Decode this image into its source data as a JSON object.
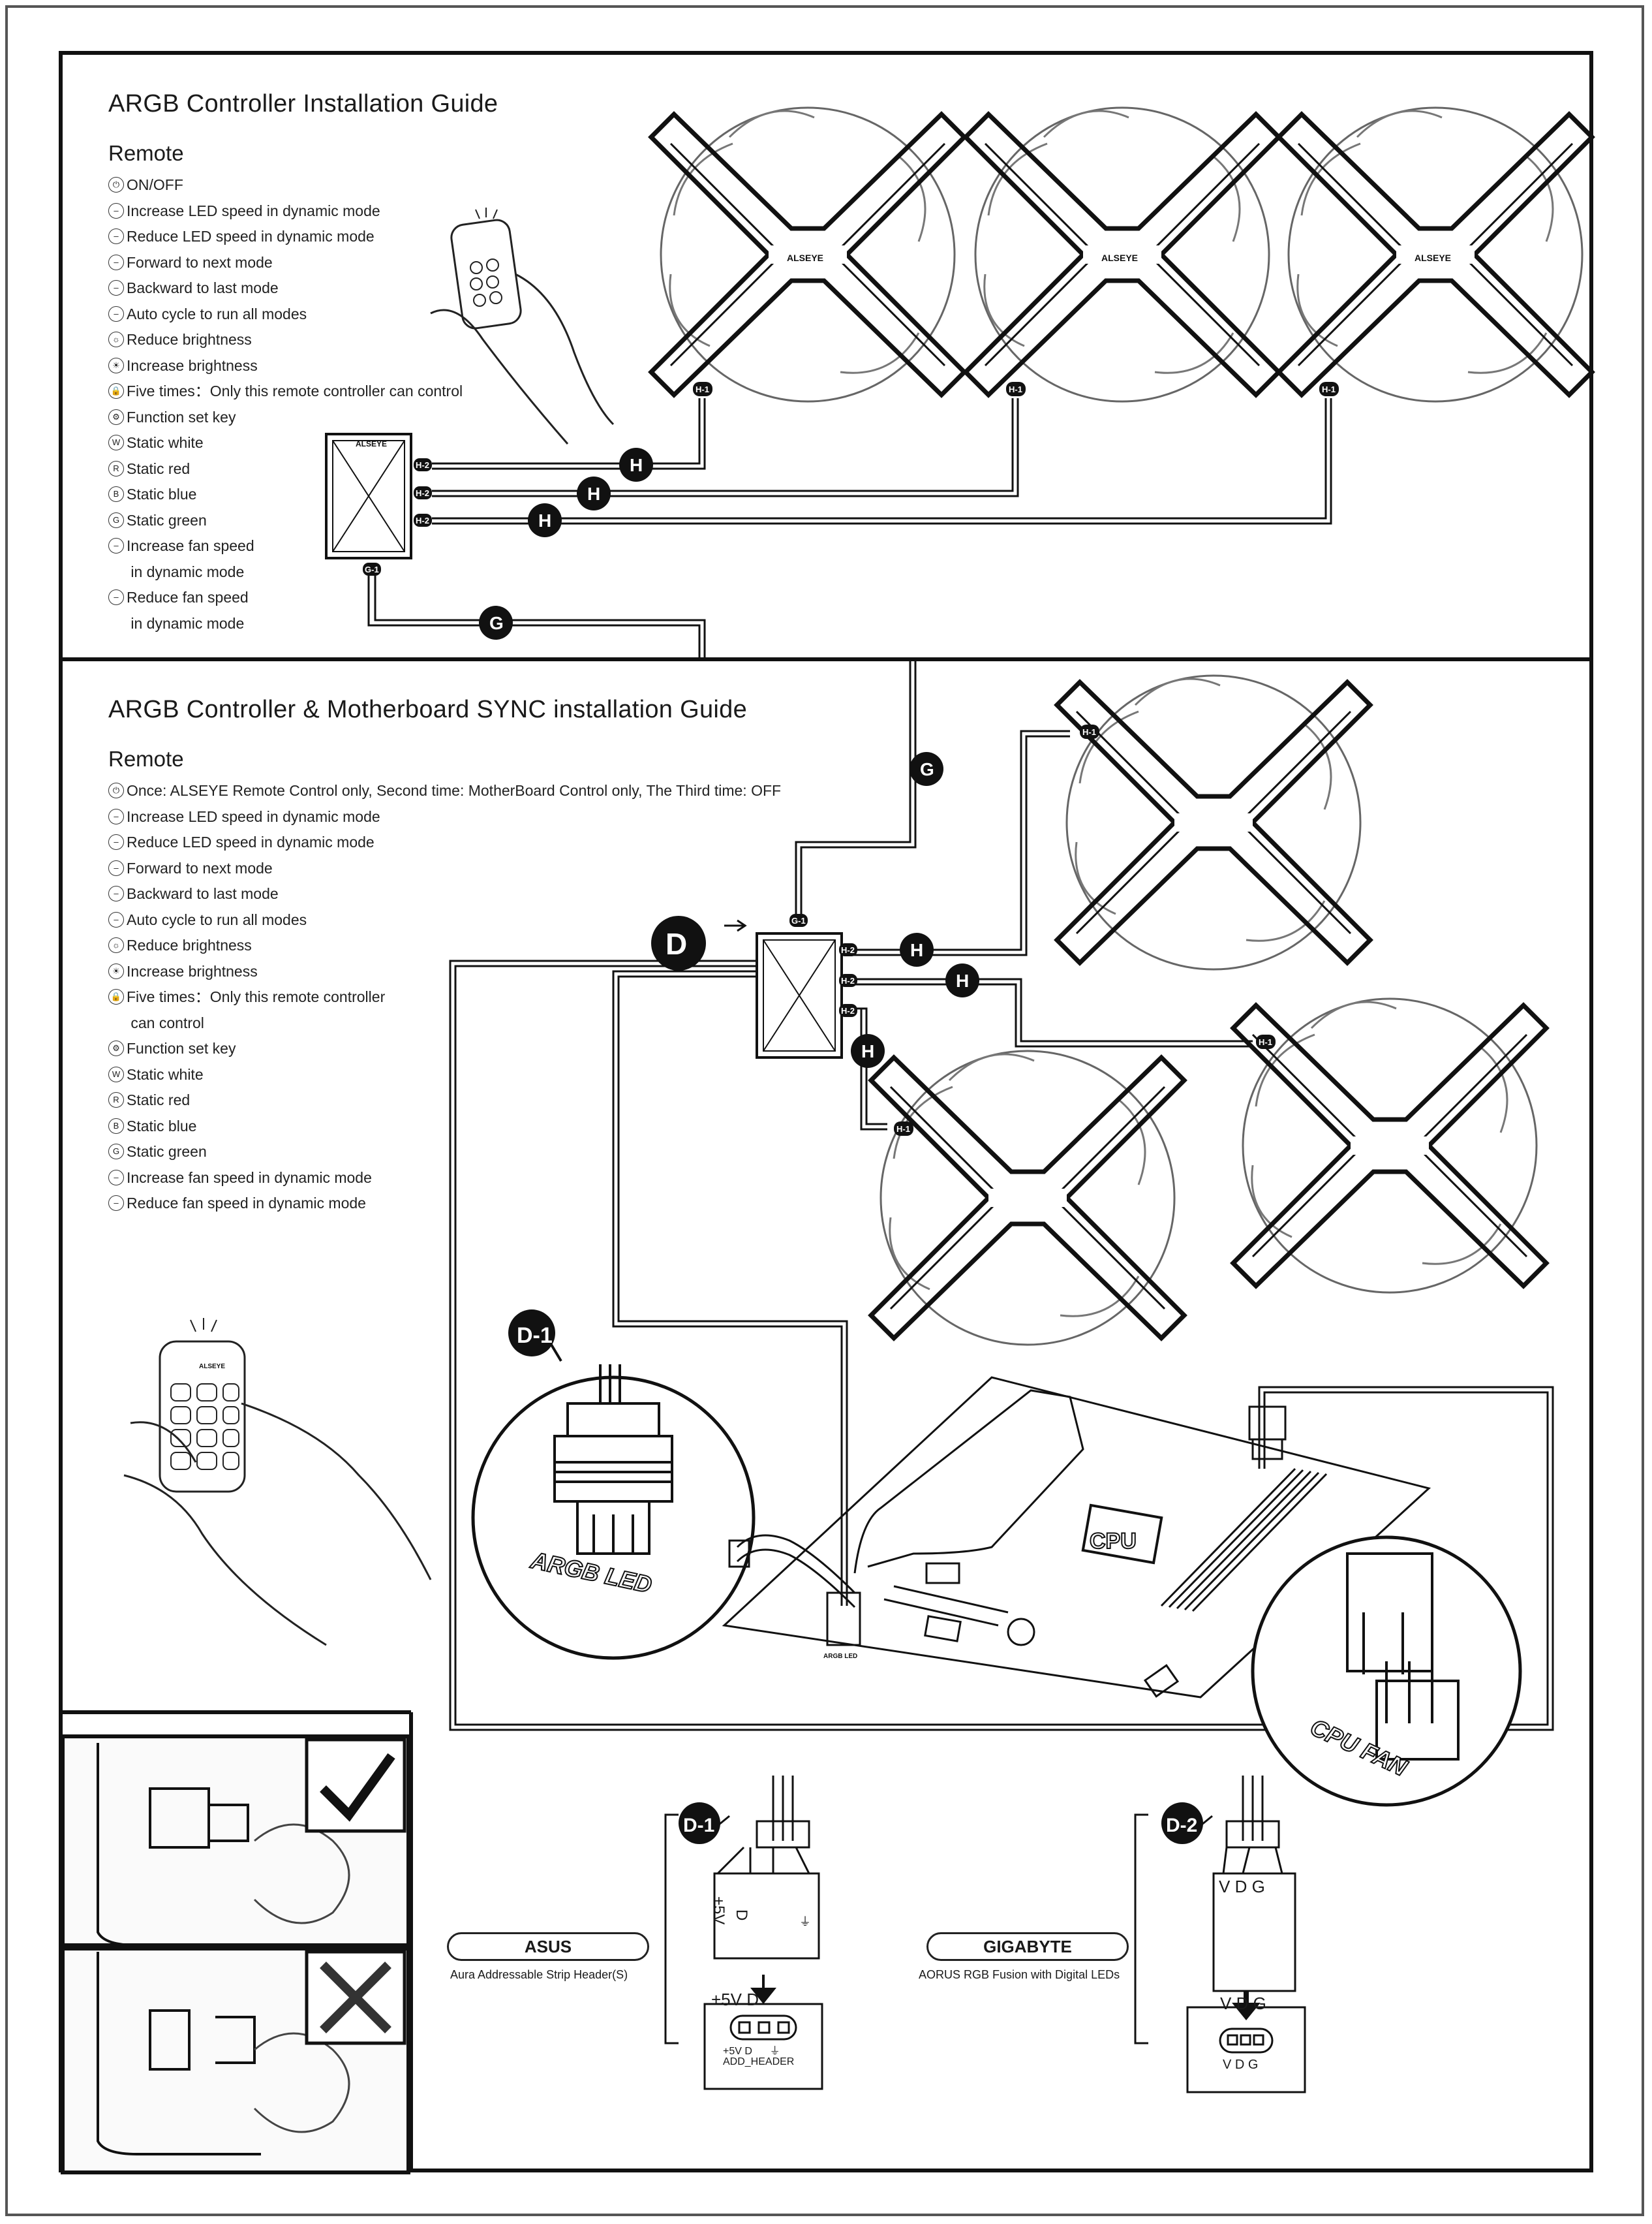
{
  "section1": {
    "title": "ARGB Controller Installation Guide",
    "remote_heading": "Remote",
    "items": [
      {
        "icon": "power-icon",
        "glyph": "⏻",
        "text": "ON/OFF"
      },
      {
        "icon": "speed-up-icon",
        "glyph": "–",
        "text": "Increase LED speed in dynamic mode"
      },
      {
        "icon": "speed-down-icon",
        "glyph": "–",
        "text": "Reduce LED speed in dynamic mode"
      },
      {
        "icon": "forward-icon",
        "glyph": "–",
        "text": "Forward to next mode"
      },
      {
        "icon": "backward-icon",
        "glyph": "–",
        "text": "Backward to last mode"
      },
      {
        "icon": "auto-cycle-icon",
        "glyph": "–",
        "text": "Auto cycle to run all modes"
      },
      {
        "icon": "brightness-down-icon",
        "glyph": "☼",
        "text": "Reduce brightness"
      },
      {
        "icon": "brightness-up-icon",
        "glyph": "☀",
        "text": "Increase brightness"
      },
      {
        "icon": "lock-icon",
        "glyph": "🔒",
        "text": "Five times：Only this remote controller can control"
      },
      {
        "icon": "gear-icon",
        "glyph": "⚙",
        "text": "Function set key"
      },
      {
        "icon": "w-icon",
        "glyph": "W",
        "text": "Static white"
      },
      {
        "icon": "r-icon",
        "glyph": "R",
        "text": "Static red"
      },
      {
        "icon": "b-icon",
        "glyph": "B",
        "text": "Static blue"
      },
      {
        "icon": "g-icon",
        "glyph": "G",
        "text": "Static green"
      },
      {
        "icon": "fan-up-icon",
        "glyph": "–",
        "text": "Increase fan speed\n in dynamic mode"
      },
      {
        "icon": "fan-down-icon",
        "glyph": "–",
        "text": "Reduce fan speed\n in dynamic mode"
      }
    ],
    "labels": {
      "h2": "H-2",
      "h1": "H-1",
      "g1": "G-1",
      "H": "H",
      "G": "G",
      "brand": "ALSEYE"
    }
  },
  "section2": {
    "title": "ARGB Controller & Motherboard SYNC installation Guide",
    "remote_heading": "Remote",
    "items": [
      {
        "icon": "power-icon",
        "glyph": "⏻",
        "text": "Once: ALSEYE Remote Control only, Second time: MotherBoard Control only, The Third time: OFF"
      },
      {
        "icon": "speed-up-icon",
        "glyph": "–",
        "text": "Increase LED speed in dynamic mode"
      },
      {
        "icon": "speed-down-icon",
        "glyph": "–",
        "text": "Reduce LED speed in dynamic mode"
      },
      {
        "icon": "forward-icon",
        "glyph": "–",
        "text": "Forward to next mode"
      },
      {
        "icon": "backward-icon",
        "glyph": "–",
        "text": "Backward to last mode"
      },
      {
        "icon": "auto-cycle-icon",
        "glyph": "–",
        "text": "Auto cycle to run all modes"
      },
      {
        "icon": "brightness-down-icon",
        "glyph": "☼",
        "text": "Reduce brightness"
      },
      {
        "icon": "brightness-up-icon",
        "glyph": "☀",
        "text": "Increase brightness"
      },
      {
        "icon": "lock-icon",
        "glyph": "🔒",
        "text": "Five times：Only this remote controller\n can control"
      },
      {
        "icon": "gear-icon",
        "glyph": "⚙",
        "text": "Function set key"
      },
      {
        "icon": "w-icon",
        "glyph": "W",
        "text": "Static white"
      },
      {
        "icon": "r-icon",
        "glyph": "R",
        "text": "Static red"
      },
      {
        "icon": "b-icon",
        "glyph": "B",
        "text": "Static blue"
      },
      {
        "icon": "g-icon",
        "glyph": "G",
        "text": "Static green"
      },
      {
        "icon": "fan-up-icon",
        "glyph": "–",
        "text": "Increase fan speed in dynamic mode"
      },
      {
        "icon": "fan-down-icon",
        "glyph": "–",
        "text": "Reduce fan speed in dynamic mode"
      }
    ],
    "labels": {
      "D": "D",
      "D1": "D-1",
      "D2": "D-2",
      "argb_led": "ARGB LED",
      "cpu_fan": "CPU FAN",
      "cpu": "CPU",
      "remote_brand": "ALSEYE"
    }
  },
  "headers": {
    "asus": {
      "name": "ASUS",
      "desc": "Aura Addressable Strip Header(S)",
      "pins_top": "+5V  D",
      "pin_plus5v": "+5V",
      "pin_d": "D",
      "pin_gnd": "⏚",
      "pins_bottom": "+5V D",
      "box_pins": "+5V D      ⏚",
      "box_name": "ADD_HEADER"
    },
    "gigabyte": {
      "name": "GIGABYTE",
      "desc": "AORUS RGB Fusion with Digital LEDs",
      "pins_top": "V D G",
      "pins_bottom": "V D G",
      "box_pins": "V D G"
    }
  }
}
